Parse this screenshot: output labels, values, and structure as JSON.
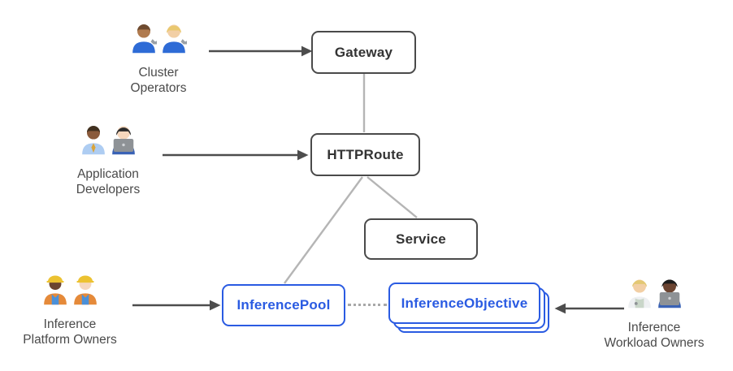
{
  "nodes": {
    "gateway": {
      "label": "Gateway"
    },
    "httproute": {
      "label": "HTTPRoute"
    },
    "service": {
      "label": "Service"
    },
    "inferencepool": {
      "label": "InferencePool"
    },
    "inferenceobjective": {
      "label": "InferenceObjective"
    }
  },
  "actors": {
    "cluster_operators": {
      "emoji": "👨🏽‍🔧👩🏼‍🔧",
      "icon": "two-mechanics-emoji",
      "line1": "Cluster",
      "line2": "Operators"
    },
    "application_developers": {
      "emoji": "👨🏾‍💼👩🏻‍💻",
      "icon": "office-worker-and-technologist-emoji",
      "line1": "Application",
      "line2": "Developers"
    },
    "inference_platform_owners": {
      "emoji": "👷🏿‍♀️👷🏻",
      "icon": "two-construction-workers-emoji",
      "line1": "Inference",
      "line2": "Platform Owners"
    },
    "inference_workload_owners": {
      "emoji": "🧑🏼‍⚕️🧑🏿‍💻",
      "icon": "health-worker-and-technologist-emoji",
      "line1": "Inference",
      "line2": "Workload Owners"
    }
  },
  "colors": {
    "accent_blue": "#2a5be2",
    "box_border_dark": "#4a4a4a",
    "box_text_dark": "#333333",
    "connector_gray": "#b5b5b5",
    "dotted_gray": "#a8a8a8",
    "arrow_dark": "#4d4d4d",
    "label_gray": "#4a4a4a"
  }
}
